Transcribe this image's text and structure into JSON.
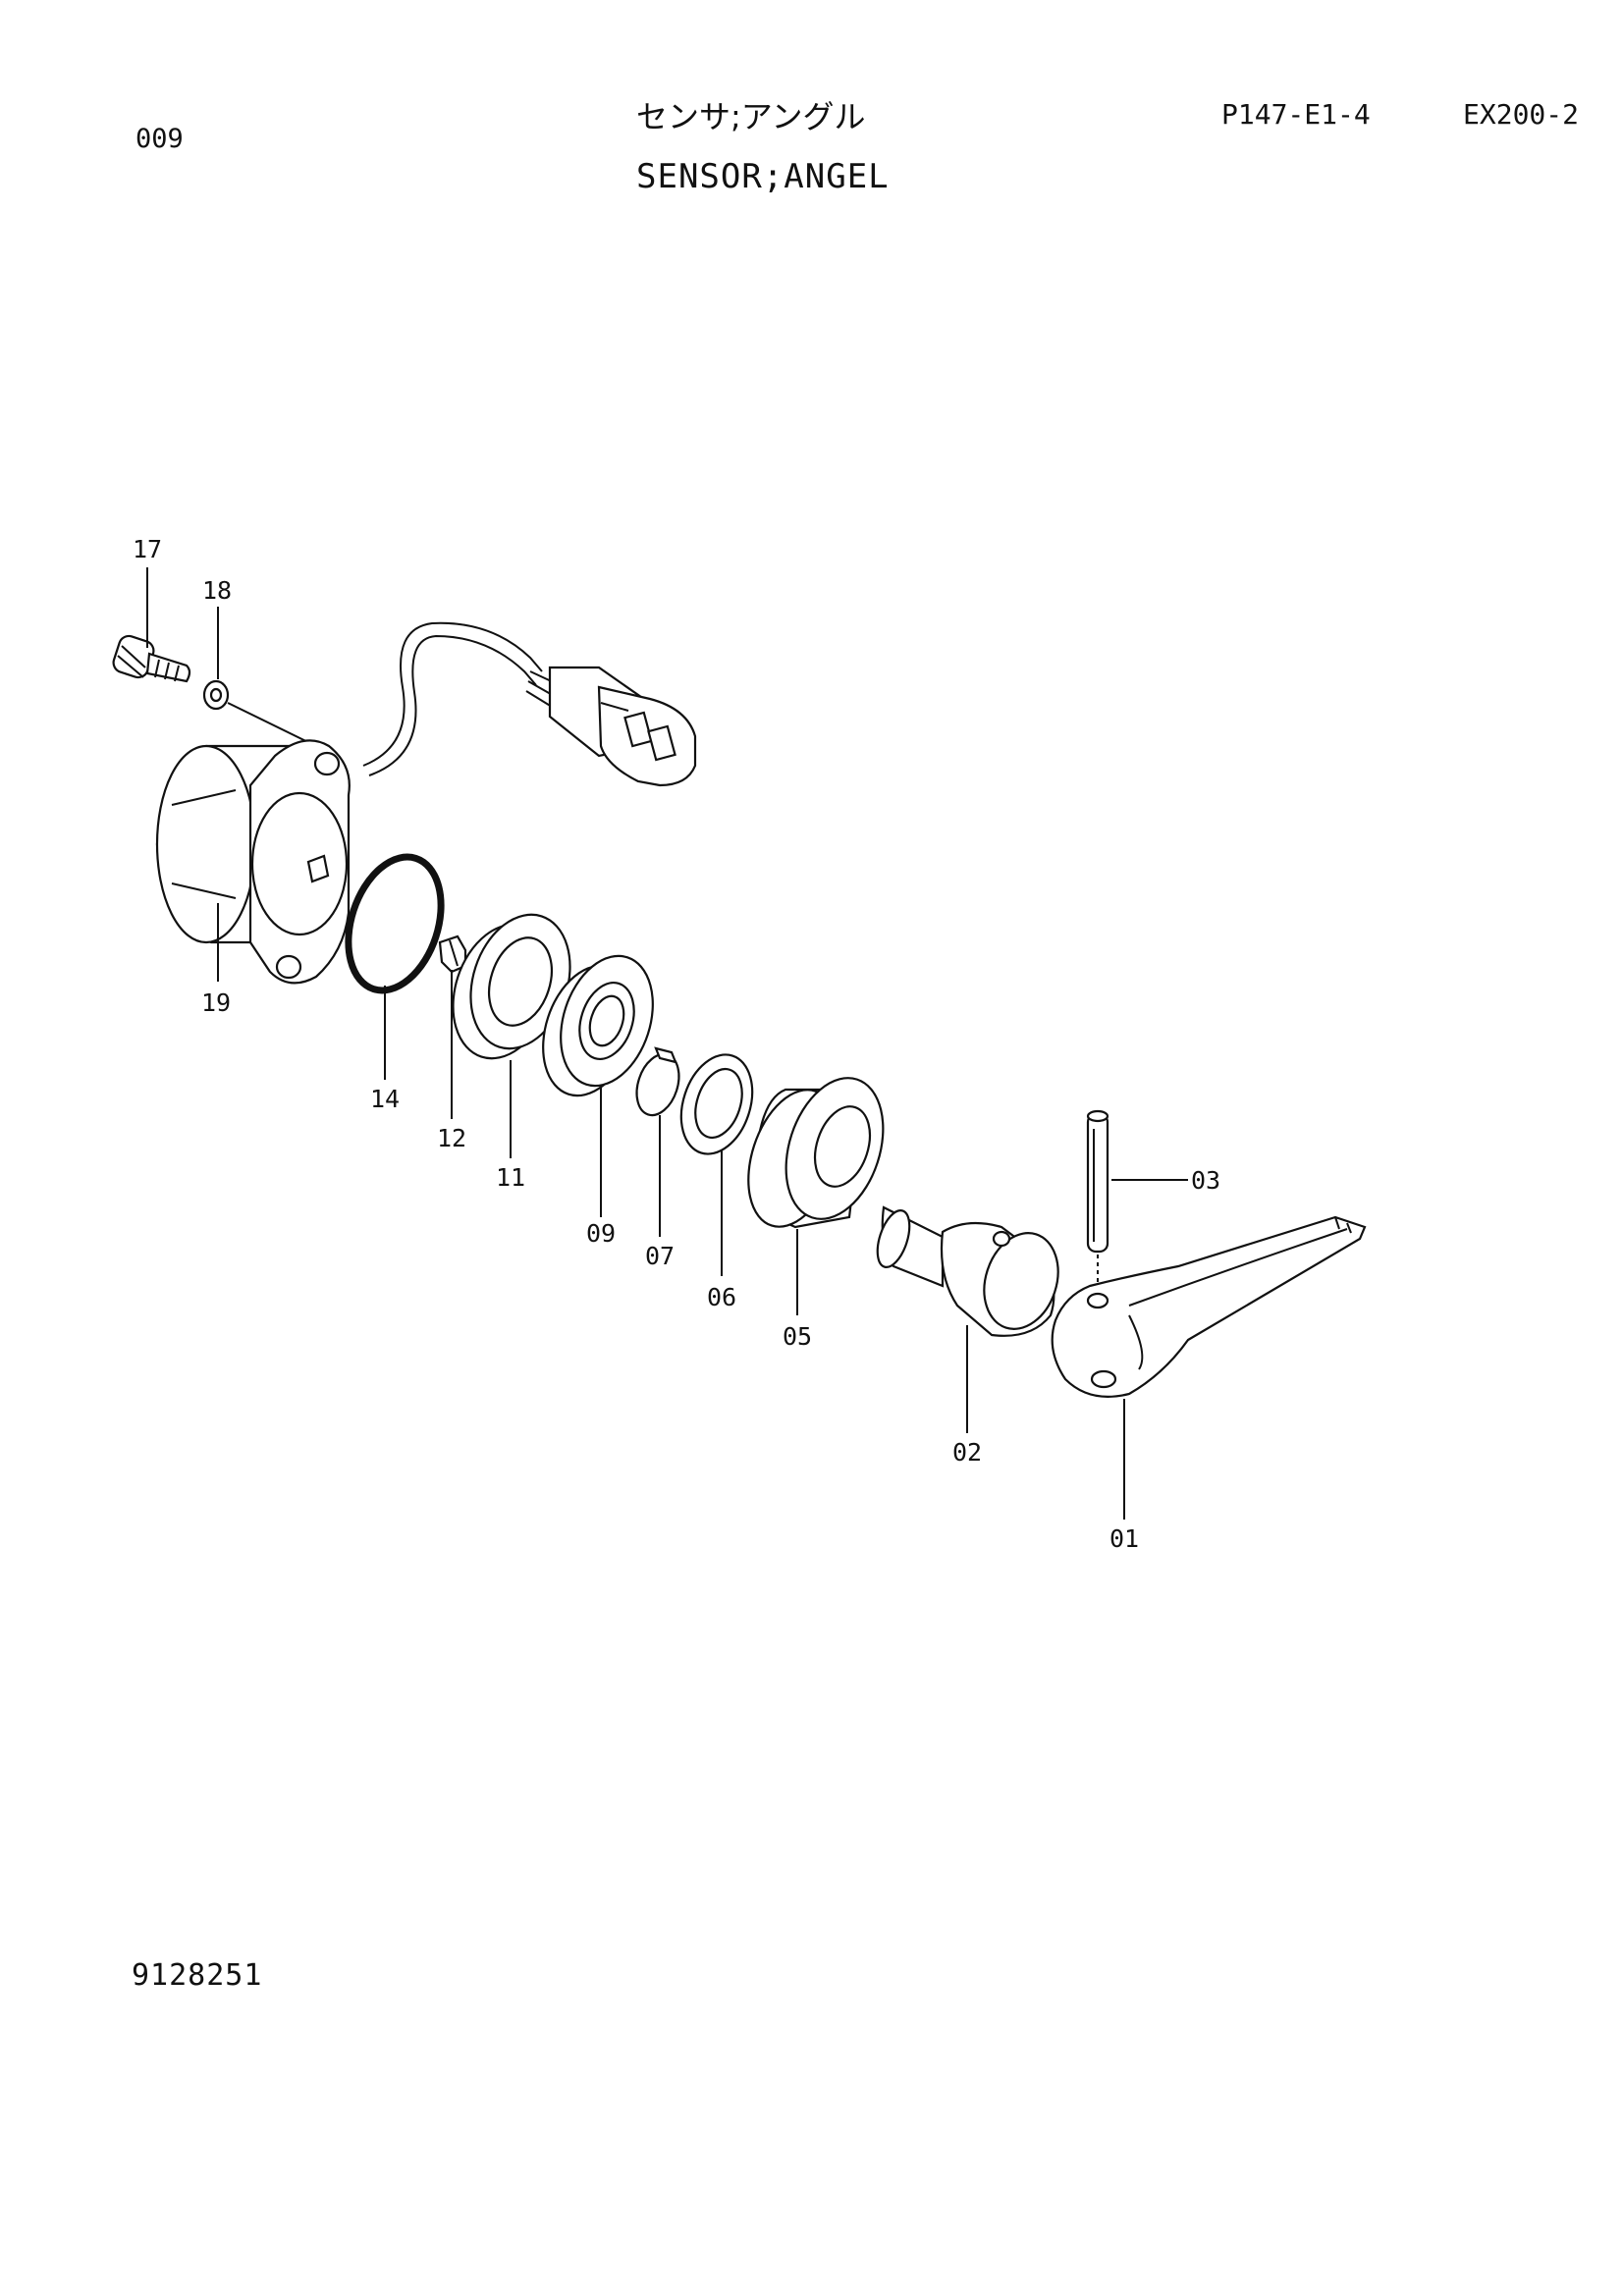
{
  "header": {
    "page_number": "009",
    "title_jp": "センサ;アングル",
    "title_en": "SENSOR;ANGEL",
    "page_code": "P147-E1-4",
    "model": "EX200-2"
  },
  "footer": {
    "drawing_number": "9128251"
  },
  "callouts": [
    {
      "id": "17",
      "label": "17"
    },
    {
      "id": "18",
      "label": "18"
    },
    {
      "id": "19",
      "label": "19"
    },
    {
      "id": "14",
      "label": "14"
    },
    {
      "id": "12",
      "label": "12"
    },
    {
      "id": "11",
      "label": "11"
    },
    {
      "id": "09",
      "label": "09"
    },
    {
      "id": "07",
      "label": "07"
    },
    {
      "id": "06",
      "label": "06"
    },
    {
      "id": "05",
      "label": "05"
    },
    {
      "id": "03",
      "label": "03"
    },
    {
      "id": "02",
      "label": "02"
    },
    {
      "id": "01",
      "label": "01"
    }
  ]
}
